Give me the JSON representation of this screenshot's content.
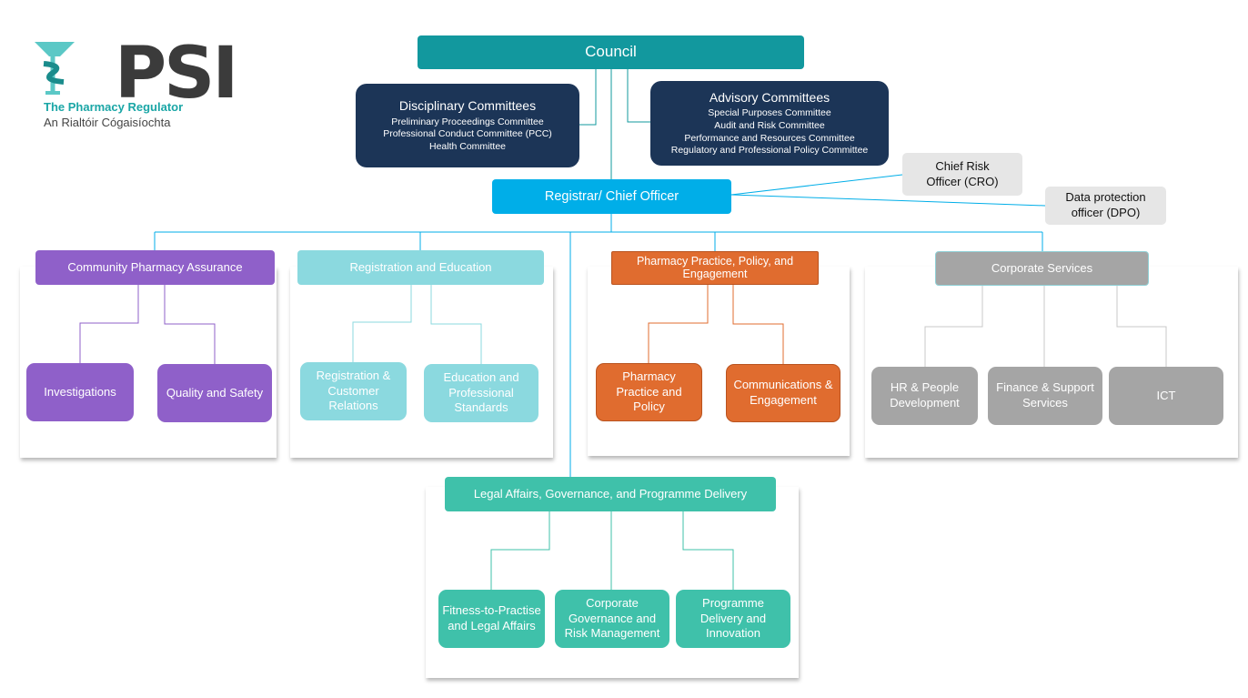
{
  "logo": {
    "wordmark": "PSI",
    "subtitle_en": "The Pharmacy Regulator",
    "subtitle_ga": "An Rialtóir Cógaisíochta",
    "icon": "pharmacy-serpent-icon"
  },
  "council": "Council",
  "disciplinary": {
    "title": "Disciplinary Committees",
    "items": [
      "Preliminary Proceedings Committee",
      "Professional Conduct Committee (PCC)",
      "Health Committee"
    ]
  },
  "advisory": {
    "title": "Advisory Committees",
    "items": [
      "Special Purposes Committee",
      "Audit and Risk Committee",
      "Performance and Resources Committee",
      "Regulatory and Professional Policy Committee"
    ]
  },
  "registrar": "Registrar/ Chief Officer",
  "cro": "Chief Risk Officer (CRO)",
  "dpo": "Data protection officer (DPO)",
  "departments": {
    "community": {
      "title": "Community Pharmacy Assurance",
      "units": [
        "Investigations",
        "Quality and Safety"
      ]
    },
    "registration": {
      "title": "Registration and Education",
      "units": [
        "Registration & Customer Relations",
        "Education and Professional Standards"
      ]
    },
    "practice": {
      "title": "Pharmacy Practice, Policy, and Engagement",
      "units": [
        "Pharmacy Practice and Policy",
        "Communications & Engagement"
      ]
    },
    "corporate": {
      "title": "Corporate Services",
      "units": [
        "HR & People Development",
        "Finance & Support Services",
        "ICT"
      ]
    },
    "legal": {
      "title": "Legal Affairs, Governance, and Programme Delivery",
      "units": [
        "Fitness-to-Practise and Legal Affairs",
        "Corporate Governance and Risk Management",
        "Programme Delivery and Innovation"
      ]
    }
  },
  "colors": {
    "council": "#12989e",
    "committees": "#1c3557",
    "registrar": "#00aee8",
    "advisor": "#e6e6e6",
    "community": "#8f60c9",
    "registration": "#8bd9df",
    "practice": "#e06c2f",
    "corporate": "#a5a5a5",
    "legal": "#3fc1aa"
  }
}
